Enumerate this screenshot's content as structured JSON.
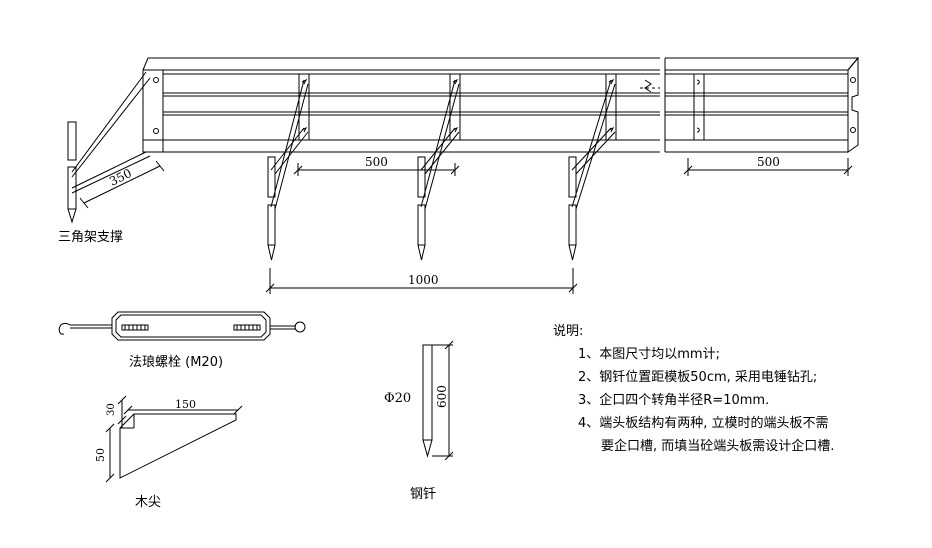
{
  "figure": {
    "labels": {
      "triangle_support": "三角架支撑",
      "bolt": "法琅螺栓 (M20)",
      "wood_tip": "木尖",
      "steel_pin": "钢钎"
    },
    "dimensions": {
      "brace_length": "350",
      "stake_spacing": "500",
      "end_panel_spacing": "500",
      "stake_span": "1000",
      "wood_tip_length": "150",
      "wood_tip_height": "50",
      "wood_tip_top": "30",
      "pin_length": "600",
      "pin_diameter": "Φ20"
    },
    "notes": {
      "heading": "说明:",
      "items": [
        "1、本图尺寸均以mm计;",
        "2、钢钎位置距模板50cm, 采用电锤钻孔;",
        "3、企口四个转角半径R=10mm.",
        "4、端头板结构有两种, 立模时的端头板不需",
        "要企口槽, 而填当砼端头板需设计企口槽."
      ]
    }
  }
}
